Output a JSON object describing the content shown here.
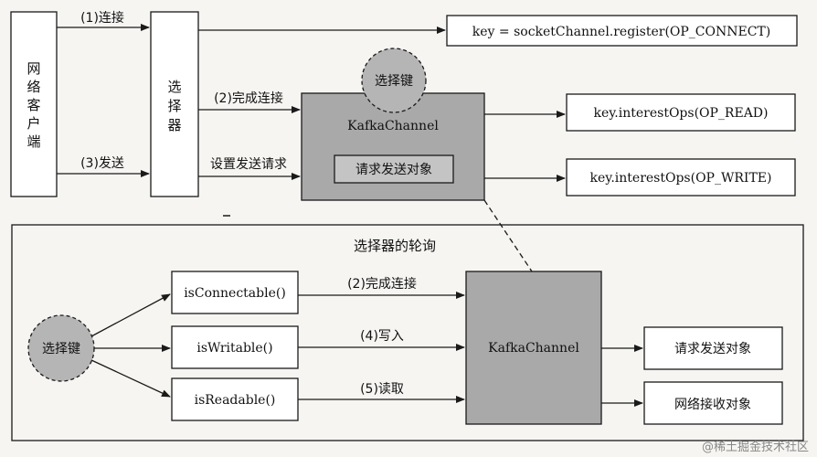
{
  "top": {
    "client_label": [
      "网",
      "络",
      "客",
      "户",
      "端"
    ],
    "selector_label": [
      "选",
      "择",
      "器"
    ],
    "arrow_connect": "(1)连接",
    "arrow_finish_connect": "(2)完成连接",
    "arrow_send": "(3)发送",
    "arrow_set_request": "设置发送请求",
    "key_register": "key = socketChannel.register(OP_CONNECT)",
    "selection_key": "选择键",
    "kafka_channel": "KafkaChannel",
    "request_object": "请求发送对象",
    "interest_read": "key.interestOps(OP_READ)",
    "interest_write": "key.interestOps(OP_WRITE)"
  },
  "bottom": {
    "title": "选择器的轮询",
    "selection_key": "选择键",
    "is_connectable": "isConnectable()",
    "is_writable": "isWritable()",
    "is_readable": "isReadable()",
    "arrow_finish_connect": "(2)完成连接",
    "arrow_write": "(4)写入",
    "arrow_read": "(5)读取",
    "kafka_channel": "KafkaChannel",
    "request_object": "请求发送对象",
    "receive_object": "网络接收对象"
  },
  "watermark": "@稀土掘金技术社区",
  "colors": {
    "background": "#f6f5f2",
    "box_fill": "#ffffff",
    "channel_fill": "#a9a9a9",
    "key_fill": "#b5b5b5",
    "line": "#1a1a1a"
  }
}
